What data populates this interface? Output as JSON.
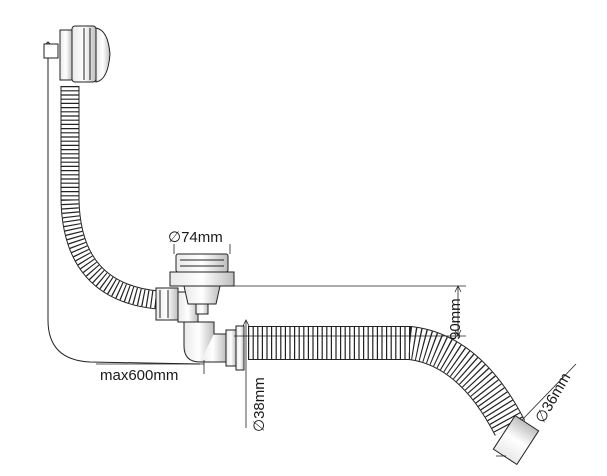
{
  "dimensions": {
    "outlet_diameter": "∅74mm",
    "max_length": "max600mm",
    "height": "90mm",
    "pipe_diameter": "∅38mm",
    "hose_diameter": "∅36mm"
  },
  "colors": {
    "line": "#222222",
    "fill": "#ffffff",
    "shade": "#cfcfcf"
  }
}
